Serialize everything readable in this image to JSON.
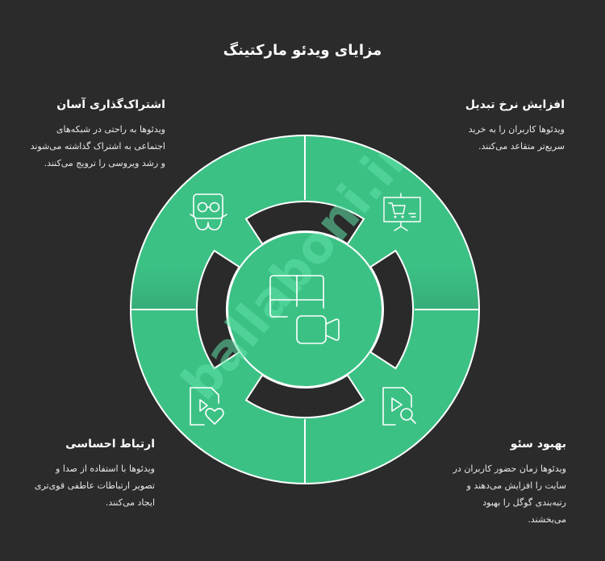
{
  "title": "مزایای ویدئو مارکتینگ",
  "colors": {
    "background": "#2b2b2b",
    "accent_green": "#3cc185",
    "ring_dark": "#2a2a2a",
    "stroke": "#ffffff",
    "watermark": "#5fe0a7"
  },
  "diagram": {
    "center_icon": "video-gallery-icon",
    "watermark_text": "ballaboni.ir",
    "quadrants": [
      {
        "position": "top-left",
        "icon": "social-share-reader-icon"
      },
      {
        "position": "top-right",
        "icon": "shopping-cart-presentation-icon"
      },
      {
        "position": "bottom-left",
        "icon": "video-file-heart-icon"
      },
      {
        "position": "bottom-right",
        "icon": "video-file-search-icon"
      }
    ]
  },
  "benefits": {
    "share": {
      "title": "اشتراک‌گذاری آسان",
      "lines": [
        "ویدئوها به راحتی در شبکه‌های",
        "اجتماعی به اشتراک گذاشته می‌شوند",
        "و رشد ویروسی را ترویج می‌کنند."
      ]
    },
    "conversion": {
      "title": "افزایش نرخ تبدیل",
      "lines": [
        "ویدئوها کاربران را به خرید",
        "سریع‌تر متقاعد می‌کنند."
      ]
    },
    "emotional": {
      "title": "ارتباط احساسی",
      "lines": [
        "ویدئوها با استفاده از صدا و",
        "تصویر ارتباطات عاطفی قوی‌تری",
        "ایجاد می‌کنند."
      ]
    },
    "seo": {
      "title": "بهبود سئو",
      "lines": [
        "ویدئوها زمان حضور کاربران در",
        "سایت را افزایش می‌دهند و",
        "رتبه‌بندی گوگل را بهبود",
        "می‌بخشند."
      ]
    }
  }
}
